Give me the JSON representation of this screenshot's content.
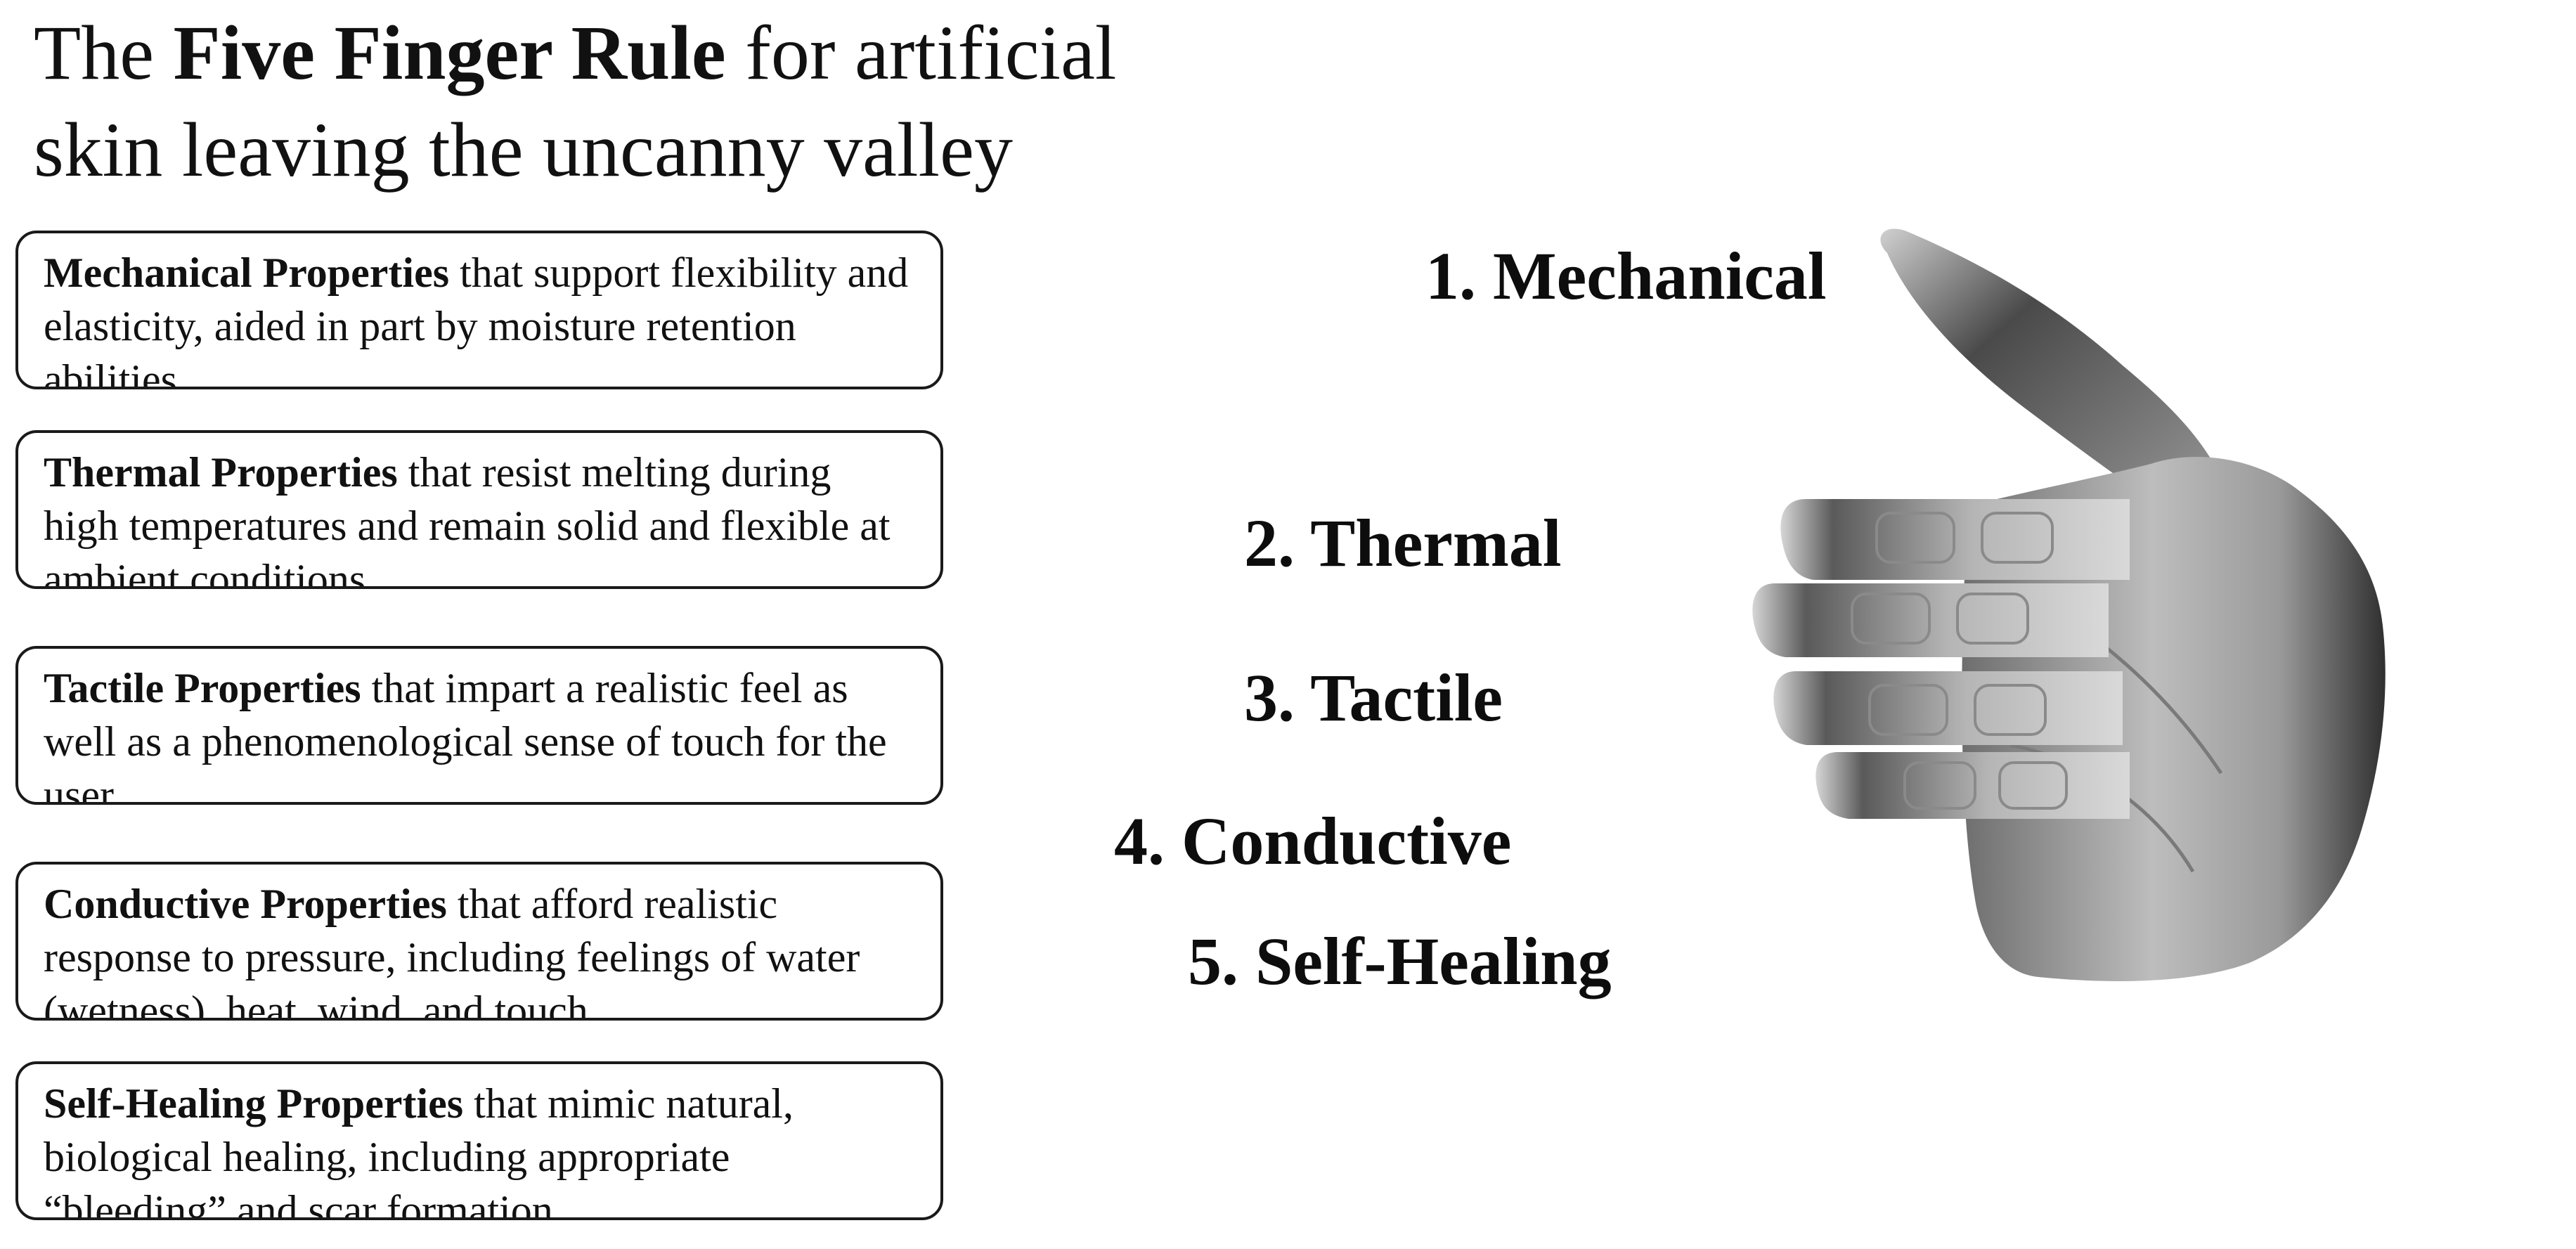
{
  "title": {
    "prefix": "The ",
    "bold": "Five Finger Rule",
    "suffix_line1": " for artificial",
    "line2": "skin leaving the uncanny valley"
  },
  "properties": [
    {
      "bold": "Mechanical Properties",
      "text": " that support flexibility and elasticity, aided in part by moisture retention abilities."
    },
    {
      "bold": "Thermal Properties",
      "text": " that resist melting during high temperatures and remain solid and flexible at ambient conditions."
    },
    {
      "bold": "Tactile Properties",
      "text": " that impart a realistic feel as well as a phenomenological sense of touch for the user."
    },
    {
      "bold": "Conductive Properties",
      "text": " that afford realistic response to pressure, including feelings of water (wetness), heat, wind, and touch."
    },
    {
      "bold": "Self-Healing Properties",
      "text": " that mimic natural, biological healing, including appropriate “bleeding” and scar formation."
    }
  ],
  "finger_labels": [
    "1. Mechanical",
    "2. Thermal",
    "3. Tactile",
    "4. Conductive",
    "5. Self-Healing"
  ],
  "colors": {
    "text": "#111111",
    "card_border": "#1a1a1a",
    "hand_dark": "#2a2a2a",
    "hand_light": "#c8c8c8"
  },
  "icons": [
    "artificial-hand-image"
  ]
}
